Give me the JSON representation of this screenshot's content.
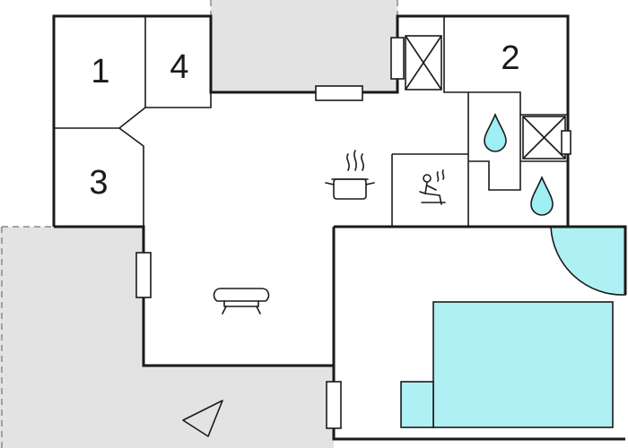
{
  "rooms": [
    {
      "id": "room-1",
      "label": "1"
    },
    {
      "id": "room-2",
      "label": "2"
    },
    {
      "id": "room-3",
      "label": "3"
    },
    {
      "id": "room-4",
      "label": "4"
    }
  ],
  "icons": {
    "kitchen": "cooking-pot-icon",
    "sauna": "sauna-icon",
    "shower": "water-drop-icon",
    "sofa": "sofa-icon",
    "north": "north-arrow-icon"
  },
  "colors": {
    "wall": "#1a1a1a",
    "terrace": "#e3e3e3",
    "pool": "#aef0f4",
    "water": "#9eeef2"
  }
}
